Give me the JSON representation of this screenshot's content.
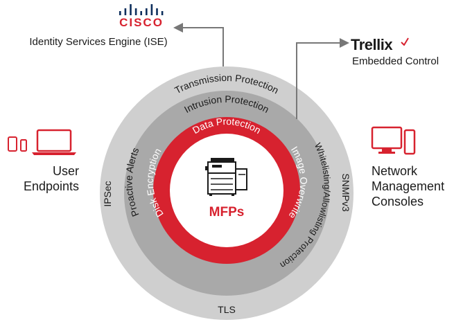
{
  "colors": {
    "outer_ring": "#cfcfcf",
    "middle_ring": "#a9a9a9",
    "inner_ring": "#d7222f",
    "center": "#ffffff",
    "arrow": "#777777",
    "device_icon": "#d7222f",
    "cisco_blue": "#0d2e5c",
    "cisco_red": "#d7222f",
    "text": "#1a1a1a"
  },
  "top_left_partner": {
    "logo": "CISCO",
    "logo_icon": "cisco-bars-icon",
    "caption": "Identity Services Engine (ISE)"
  },
  "top_right_partner": {
    "logo": "Trellix",
    "logo_icon": "trellix-check-icon",
    "caption": "Embedded Control"
  },
  "left_side": {
    "icon": "laptop-tablet-phone-icon",
    "label_line1": "User",
    "label_line2": "Endpoints"
  },
  "right_side": {
    "icon": "desktop-monitor-icon",
    "label_line1": "Network",
    "label_line2": "Management",
    "label_line3": "Consoles"
  },
  "rings": {
    "outer": {
      "top": "Transmission Protection",
      "left": "IPSec",
      "right": "SNMPv3",
      "bottom": "TLS"
    },
    "middle": {
      "top": "Intrusion Protection",
      "left": "Proactive Alerts",
      "right": "Whitelisting/Allowlisting Protection"
    },
    "inner": {
      "top": "Data Protection",
      "left": "Disk Encryption",
      "right": "Image Overwrite"
    }
  },
  "center": {
    "icon": "printer-mfp-icon",
    "label": "MFPs"
  }
}
